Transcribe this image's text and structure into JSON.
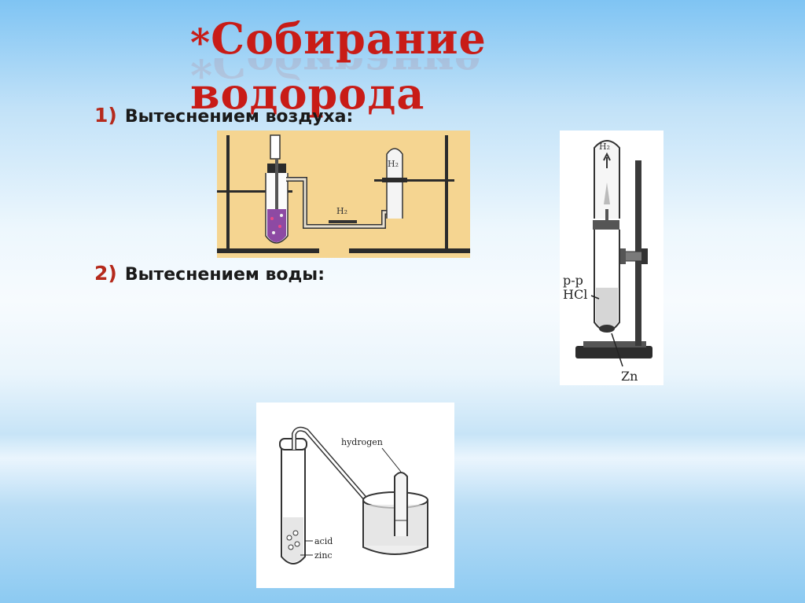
{
  "slide": {
    "title_star": "*",
    "title": "Собирание водорода",
    "items": [
      {
        "number": "1)",
        "text": "Вытеснением воздуха:"
      },
      {
        "number": "2)",
        "text": "Вытеснением воды:"
      }
    ]
  },
  "figure_air": {
    "label_h2_tube": "H₂",
    "label_h2_pipe": "H₂"
  },
  "figure_stand": {
    "label_h2": "H₂",
    "label_solution_line1": "р-р",
    "label_solution_line2": "HCl",
    "label_metal": "Zn"
  },
  "figure_water": {
    "label_gas": "hydrogen",
    "label_acid": "acid",
    "label_metal": "zinc"
  },
  "colors": {
    "title": "#c81c17",
    "number": "#b52a1c",
    "air_figure_bg": "#f5d591"
  }
}
